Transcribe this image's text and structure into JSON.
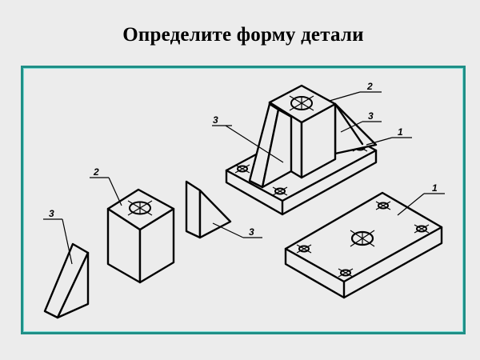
{
  "title": "Определите форму детали",
  "colors": {
    "background": "#ececec",
    "frame_border": "#1f8f86",
    "frame_inner": "#7fdcd6",
    "lines": "#000000"
  },
  "assembly": {
    "labels": [
      {
        "text": "2",
        "part": "cube-with-hole"
      },
      {
        "text": "3",
        "part": "left-triangular-rib"
      },
      {
        "text": "3",
        "part": "right-triangular-rib"
      },
      {
        "text": "1",
        "part": "base-plate"
      }
    ]
  },
  "parts": {
    "rib_left": {
      "label": "3"
    },
    "cube": {
      "label": "2"
    },
    "rib_middle": {
      "label": "3"
    },
    "plate": {
      "label": "1"
    }
  }
}
